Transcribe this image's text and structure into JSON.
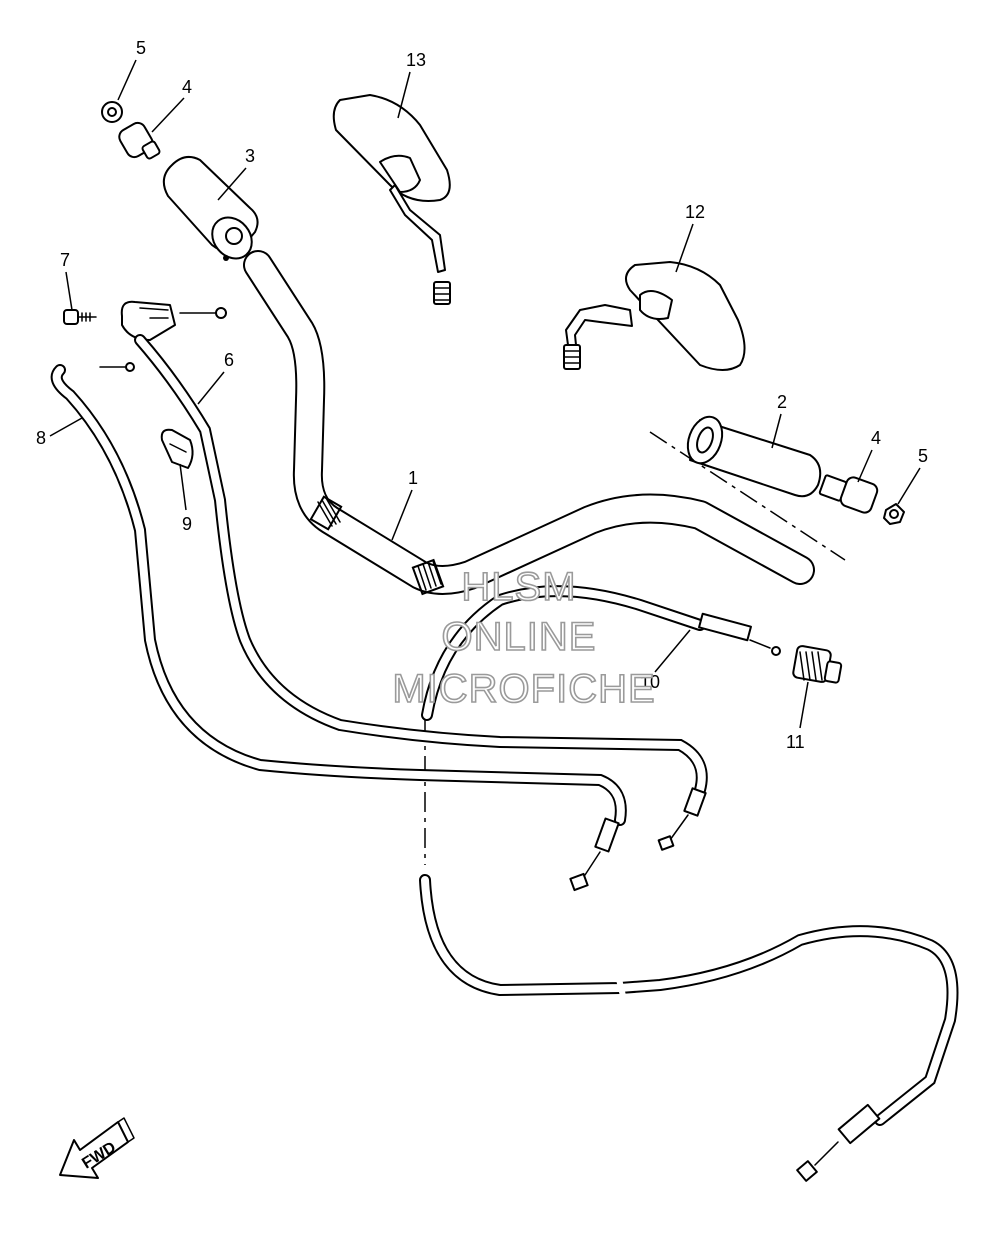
{
  "diagram": {
    "callouts": [
      {
        "id": "c1",
        "label": "1"
      },
      {
        "id": "c2",
        "label": "2"
      },
      {
        "id": "c3",
        "label": "3"
      },
      {
        "id": "c4a",
        "label": "4"
      },
      {
        "id": "c4b",
        "label": "4"
      },
      {
        "id": "c5a",
        "label": "5"
      },
      {
        "id": "c5b",
        "label": "5"
      },
      {
        "id": "c6",
        "label": "6"
      },
      {
        "id": "c7",
        "label": "7"
      },
      {
        "id": "c8",
        "label": "8"
      },
      {
        "id": "c9",
        "label": "9"
      },
      {
        "id": "c10",
        "label": "10"
      },
      {
        "id": "c11",
        "label": "11"
      },
      {
        "id": "c12",
        "label": "12"
      },
      {
        "id": "c13",
        "label": "13"
      }
    ],
    "fwd_label": "FWD"
  },
  "watermark": {
    "line1": "HLSM",
    "line2": "ONLINE",
    "line3": "MICROFICHE"
  }
}
